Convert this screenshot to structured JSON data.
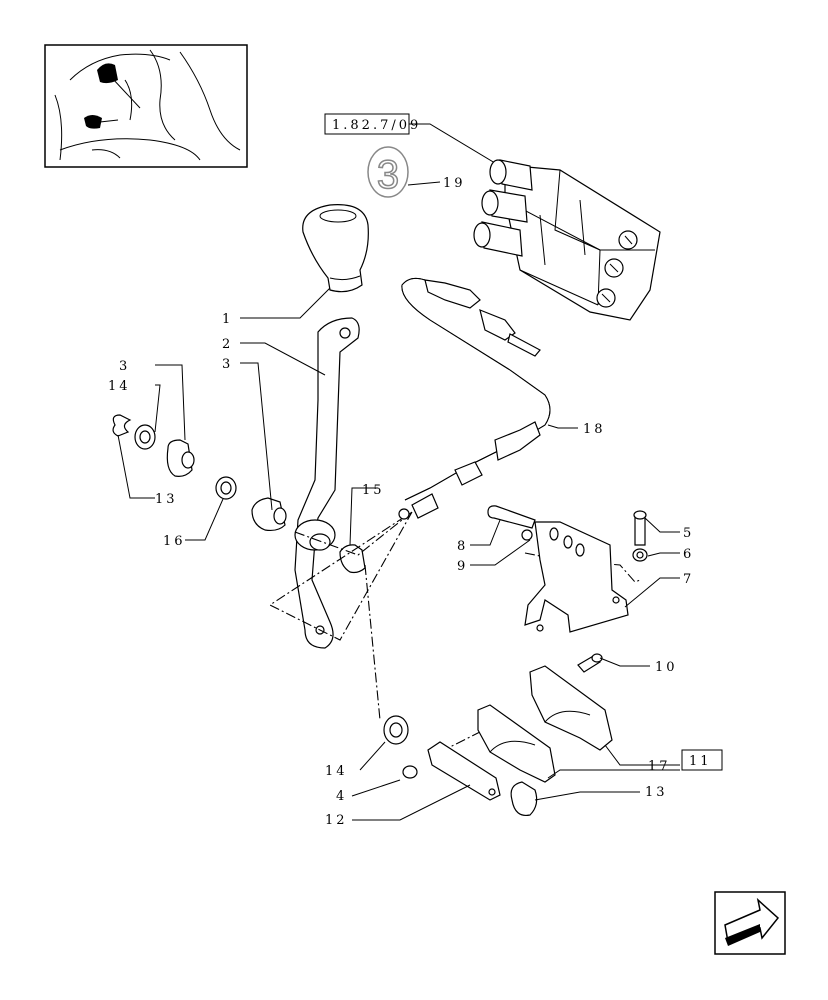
{
  "diagram": {
    "reference_box": "1.82.7/09",
    "kit_badge": "3",
    "kit_box": "11",
    "callouts": [
      "1",
      "2",
      "3",
      "3",
      "14",
      "13",
      "16",
      "15",
      "18",
      "19",
      "8",
      "9",
      "5",
      "6",
      "7",
      "10",
      "14",
      "4",
      "12",
      "17",
      "13"
    ]
  },
  "icons": {
    "thumbnail": "tractor-cab-lever-thumbnail",
    "nav": "next-page-arrow-icon"
  }
}
